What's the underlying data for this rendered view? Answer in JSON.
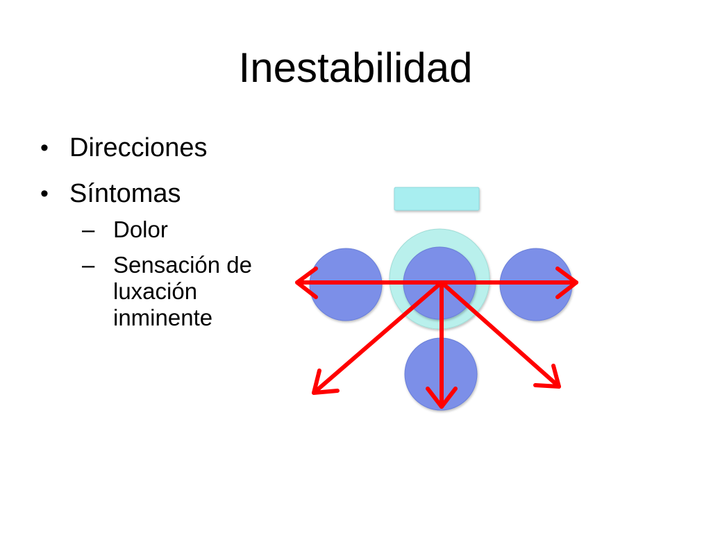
{
  "slide": {
    "title": "Inestabilidad",
    "bullets": [
      {
        "text": "Direcciones"
      },
      {
        "text": "Síntomas",
        "subitems": [
          "Dolor",
          "Sensación de luxación inminente"
        ]
      }
    ]
  },
  "diagram": {
    "colors": {
      "socket_rect": "#a8eef0",
      "socket_circle": "#b9f0ec",
      "ball": "#7b8fe8",
      "arrow": "#ff0000"
    },
    "icons": [
      "arrow-left-icon",
      "arrow-right-icon",
      "arrow-down-icon",
      "arrow-down-left-icon",
      "arrow-down-right-icon"
    ]
  }
}
